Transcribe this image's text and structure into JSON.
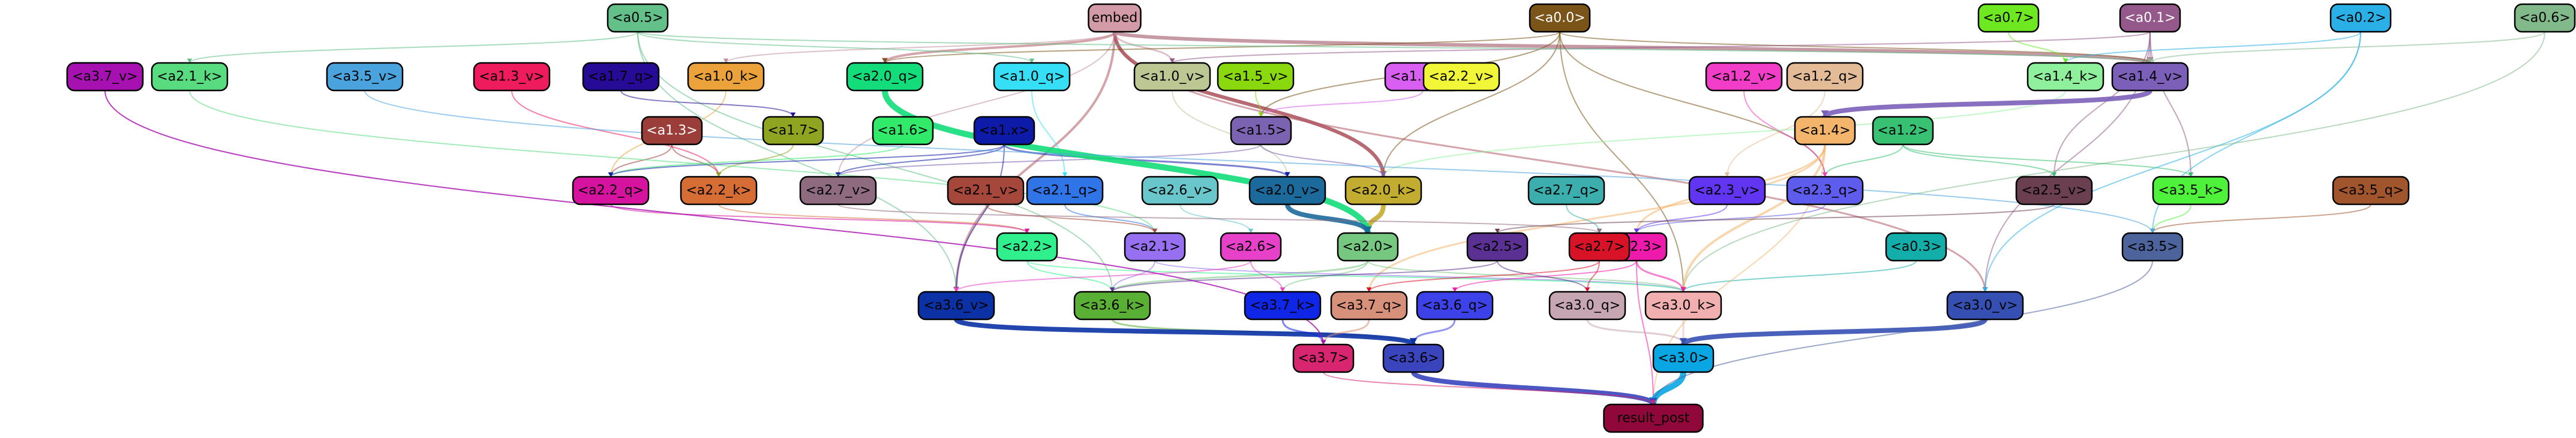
{
  "nodes": [
    {
      "id": "embed",
      "label": "embed",
      "color": "#d39ba7",
      "text": "#000"
    },
    {
      "id": "a0.0",
      "label": "<a0.0>",
      "color": "#7a5418",
      "text": "#fff"
    },
    {
      "id": "a0.1",
      "label": "<a0.1>",
      "color": "#94598a",
      "text": "#fff"
    },
    {
      "id": "a0.2",
      "label": "<a0.2>",
      "color": "#2ab0e6",
      "text": "#000"
    },
    {
      "id": "a0.3",
      "label": "<a0.3>",
      "color": "#14aeaa",
      "text": "#000"
    },
    {
      "id": "a0.5",
      "label": "<a0.5>",
      "color": "#62c088",
      "text": "#000"
    },
    {
      "id": "a0.6",
      "label": "<a0.6>",
      "color": "#82b98a",
      "text": "#000"
    },
    {
      "id": "a0.7",
      "label": "<a0.7>",
      "color": "#6ee921",
      "text": "#000"
    },
    {
      "id": "a1.0_k",
      "label": "<a1.0_k>",
      "color": "#eca23a",
      "text": "#000"
    },
    {
      "id": "a1.0_q",
      "label": "<a1.0_q>",
      "color": "#36dff6",
      "text": "#000"
    },
    {
      "id": "a1.0_v",
      "label": "<a1.0_v>",
      "color": "#bcc794",
      "text": "#000"
    },
    {
      "id": "a1.2",
      "label": "<a1.2>",
      "color": "#38c173",
      "text": "#000"
    },
    {
      "id": "a1.2_q",
      "label": "<a1.2_q>",
      "color": "#e3bc97",
      "text": "#000"
    },
    {
      "id": "a1.2_v",
      "label": "<a1.2_v>",
      "color": "#f13dc7",
      "text": "#000"
    },
    {
      "id": "a1.3",
      "label": "<a1.3>",
      "color": "#9b3e3a",
      "text": "#fff"
    },
    {
      "id": "a1.3_v",
      "label": "<a1.3_v>",
      "color": "#ee1c5c",
      "text": "#000"
    },
    {
      "id": "a1.4",
      "label": "<a1.4>",
      "color": "#f3b46c",
      "text": "#000"
    },
    {
      "id": "a1.4_k",
      "label": "<a1.4_k>",
      "color": "#8ff09b",
      "text": "#000"
    },
    {
      "id": "a1.4_v",
      "label": "<a1.4_v>",
      "color": "#7b5fb8",
      "text": "#000"
    },
    {
      "id": "a1.5",
      "label": "<a1.5>",
      "color": "#7b63b2",
      "text": "#000"
    },
    {
      "id": "a1.5_q",
      "label": "<a1.5_q>",
      "color": "#d85ff2",
      "text": "#000"
    },
    {
      "id": "a1.5_v",
      "label": "<a1.5_v>",
      "color": "#8ad90f",
      "text": "#000"
    },
    {
      "id": "a1.6",
      "label": "<a1.6>",
      "color": "#31ea6a",
      "text": "#000"
    },
    {
      "id": "a1.7",
      "label": "<a1.7>",
      "color": "#8fa522",
      "text": "#000"
    },
    {
      "id": "a1.7_q",
      "label": "<a1.7_q>",
      "color": "#250b95",
      "text": "#000"
    },
    {
      "id": "a1.7_v",
      "label": "<a1.7_v>",
      "color": "#ac12b8",
      "text": "#000"
    },
    {
      "id": "a1.x",
      "label": "<a1.x>",
      "color": "#0d1ba8",
      "text": "#000"
    },
    {
      "id": "a2.0",
      "label": "<a2.0>",
      "color": "#76c77f",
      "text": "#000"
    },
    {
      "id": "a2.0_k",
      "label": "<a2.0_k>",
      "color": "#c2ad31",
      "text": "#000"
    },
    {
      "id": "a2.0_q",
      "label": "<a2.0_q>",
      "color": "#13dd7a",
      "text": "#000"
    },
    {
      "id": "a2.0_v",
      "label": "<a2.0_v>",
      "color": "#1c6a9c",
      "text": "#000"
    },
    {
      "id": "a2.1",
      "label": "<a2.1>",
      "color": "#9670f0",
      "text": "#000"
    },
    {
      "id": "a2.1_k",
      "label": "<a2.1_k>",
      "color": "#59db7f",
      "text": "#000"
    },
    {
      "id": "a2.1_q",
      "label": "<a2.1_q>",
      "color": "#2f75e8",
      "text": "#000"
    },
    {
      "id": "a2.1_v",
      "label": "<a2.1_v>",
      "color": "#a5473a",
      "text": "#000"
    },
    {
      "id": "a2.2",
      "label": "<a2.2>",
      "color": "#2ff08d",
      "text": "#000"
    },
    {
      "id": "a2.2_k",
      "label": "<a2.2_k>",
      "color": "#d66d34",
      "text": "#000"
    },
    {
      "id": "a2.2_q",
      "label": "<a2.2_q>",
      "color": "#d5139f",
      "text": "#000"
    },
    {
      "id": "a2.2_v",
      "label": "<a2.2_v>",
      "color": "#f2f638",
      "text": "#000"
    },
    {
      "id": "a2.3",
      "label": "<a2.3>",
      "color": "#ee1aac",
      "text": "#000"
    },
    {
      "id": "a2.3_q",
      "label": "<a2.3_q>",
      "color": "#5d5cec",
      "text": "#000"
    },
    {
      "id": "a2.3_v",
      "label": "<a2.3_v>",
      "color": "#6135f1",
      "text": "#000"
    },
    {
      "id": "a2.5",
      "label": "<a2.5>",
      "color": "#5b3093",
      "text": "#000"
    },
    {
      "id": "a2.5_v",
      "label": "<a2.5_v>",
      "color": "#6a3f50",
      "text": "#000"
    },
    {
      "id": "a2.6",
      "label": "<a2.6>",
      "color": "#e740c9",
      "text": "#000"
    },
    {
      "id": "a2.6_v",
      "label": "<a2.6_v>",
      "color": "#69c7cb",
      "text": "#000"
    },
    {
      "id": "a2.7",
      "label": "<a2.7>",
      "color": "#d91327",
      "text": "#000"
    },
    {
      "id": "a2.7_q",
      "label": "<a2.7_q>",
      "color": "#3caeae",
      "text": "#000"
    },
    {
      "id": "a2.7_v",
      "label": "<a2.7_v>",
      "color": "#8f6b80",
      "text": "#000"
    },
    {
      "id": "a3.0",
      "label": "<a3.0>",
      "color": "#0aa5e3",
      "text": "#000"
    },
    {
      "id": "a3.0_k",
      "label": "<a3.0_k>",
      "color": "#f2afaf",
      "text": "#000"
    },
    {
      "id": "a3.0_q",
      "label": "<a3.0_q>",
      "color": "#c6a6b2",
      "text": "#000"
    },
    {
      "id": "a3.0_v",
      "label": "<a3.0_v>",
      "color": "#3550b2",
      "text": "#000"
    },
    {
      "id": "a3.5",
      "label": "<a3.5>",
      "color": "#4d639c",
      "text": "#000"
    },
    {
      "id": "a3.5_k",
      "label": "<a3.5_k>",
      "color": "#4ef23a",
      "text": "#000"
    },
    {
      "id": "a3.5_q",
      "label": "<a3.5_q>",
      "color": "#a0552d",
      "text": "#000"
    },
    {
      "id": "a3.5_v",
      "label": "<a3.5_v>",
      "color": "#4ba3de",
      "text": "#000"
    },
    {
      "id": "a3.6",
      "label": "<a3.6>",
      "color": "#3a45bd",
      "text": "#000"
    },
    {
      "id": "a3.6_k",
      "label": "<a3.6_k>",
      "color": "#5aaf35",
      "text": "#000"
    },
    {
      "id": "a3.6_q",
      "label": "<a3.6_q>",
      "color": "#3c42e7",
      "text": "#000"
    },
    {
      "id": "a3.6_v",
      "label": "<a3.6_v>",
      "color": "#0b31a5",
      "text": "#000"
    },
    {
      "id": "a3.7",
      "label": "<a3.7>",
      "color": "#d8256f",
      "text": "#000"
    },
    {
      "id": "a3.7_k",
      "label": "<a3.7_k>",
      "color": "#1026e6",
      "text": "#000"
    },
    {
      "id": "a3.7_q",
      "label": "<a3.7_q>",
      "color": "#d7907a",
      "text": "#000"
    },
    {
      "id": "a3.7_v",
      "label": "<a3.7_v>",
      "color": "#a711b1",
      "text": "#000"
    },
    {
      "id": "result",
      "label": "result_post",
      "color": "#900839",
      "text": "#000"
    }
  ],
  "edges": [
    {
      "from": "embed",
      "to": "a2.0_q",
      "color": "#b05a64",
      "width": 4
    },
    {
      "from": "embed",
      "to": "a3.6_v",
      "color": "#b05a64",
      "width": 4
    },
    {
      "from": "embed",
      "to": "a2.0_k",
      "color": "#b05a64",
      "width": 6
    },
    {
      "from": "embed",
      "to": "a1.4_v",
      "color": "#c08f9a",
      "width": 6
    },
    {
      "from": "embed",
      "to": "a3.0_v",
      "color": "#b05a64",
      "width": 3
    },
    {
      "from": "embed",
      "to": "a1.0_v",
      "color": "#c08f9a",
      "width": 3
    },
    {
      "from": "embed",
      "to": "a1.0_k",
      "color": "#c08f9a",
      "width": 2
    },
    {
      "from": "embed",
      "to": "a2.7_v",
      "color": "#c08f9a",
      "width": 2
    },
    {
      "from": "a0.0",
      "to": "a2.0_q",
      "color": "#7a5418",
      "width": 2
    },
    {
      "from": "a0.0",
      "to": "a1.4_v",
      "color": "#7a5418",
      "width": 2
    },
    {
      "from": "a0.0",
      "to": "a1.5",
      "color": "#7a5418",
      "width": 2
    },
    {
      "from": "a0.0",
      "to": "a2.0_k",
      "color": "#7a5418",
      "width": 2
    },
    {
      "from": "a0.0",
      "to": "a2.3_q",
      "color": "#7a5418",
      "width": 2
    },
    {
      "from": "a0.0",
      "to": "a3.0_k",
      "color": "#7a5418",
      "width": 2
    },
    {
      "from": "a0.1",
      "to": "a1.4_v",
      "color": "#94598a",
      "width": 2
    },
    {
      "from": "a0.1",
      "to": "a3.5_k",
      "color": "#94598a",
      "width": 2
    },
    {
      "from": "a0.1",
      "to": "a3.0_v",
      "color": "#94598a",
      "width": 2
    },
    {
      "from": "a0.1",
      "to": "a1.0_v",
      "color": "#94598a",
      "width": 2
    },
    {
      "from": "a0.1",
      "to": "a2.5_v",
      "color": "#94598a",
      "width": 2
    },
    {
      "from": "a0.2",
      "to": "a1.4_k",
      "color": "#2ab0e6",
      "width": 2
    },
    {
      "from": "a0.2",
      "to": "a3.0_v",
      "color": "#2ab0e6",
      "width": 2
    },
    {
      "from": "a0.2",
      "to": "a3.5",
      "color": "#2ab0e6",
      "width": 2
    },
    {
      "from": "a0.3",
      "to": "a3.0_k",
      "color": "#14aeaa",
      "width": 2
    },
    {
      "from": "a0.5",
      "to": "a2.1_k",
      "color": "#62c088",
      "width": 2
    },
    {
      "from": "a0.5",
      "to": "a3.6_v",
      "color": "#62c088",
      "width": 2
    },
    {
      "from": "a0.5",
      "to": "a1.4_v",
      "color": "#62c088",
      "width": 2
    },
    {
      "from": "a0.5",
      "to": "a3.6_k",
      "color": "#62c088",
      "width": 2
    },
    {
      "from": "a0.5",
      "to": "a1.0_q",
      "color": "#62c088",
      "width": 2
    },
    {
      "from": "a0.6",
      "to": "a3.0_k",
      "color": "#82b98a",
      "width": 2
    },
    {
      "from": "a0.6",
      "to": "a1.4_v",
      "color": "#82b98a",
      "width": 2
    },
    {
      "from": "a0.7",
      "to": "a1.4_k",
      "color": "#6ee921",
      "width": 2
    },
    {
      "from": "a1.0_k",
      "to": "a2.2_q",
      "color": "#eca23a",
      "width": 2
    },
    {
      "from": "a1.0_q",
      "to": "a2.1_q",
      "color": "#36dff6",
      "width": 2
    },
    {
      "from": "a1.0_v",
      "to": "a2.0_v",
      "color": "#bcc794",
      "width": 2
    },
    {
      "from": "a1.2",
      "to": "a2.5_v",
      "color": "#38c173",
      "width": 2
    },
    {
      "from": "a1.2",
      "to": "a3.5_k",
      "color": "#38c173",
      "width": 2
    },
    {
      "from": "a1.2",
      "to": "a2.3_q",
      "color": "#38c173",
      "width": 2
    },
    {
      "from": "a1.2_q",
      "to": "a2.3_v",
      "color": "#e3bc97",
      "width": 2
    },
    {
      "from": "a1.2_v",
      "to": "a2.3_q",
      "color": "#f13dc7",
      "width": 2
    },
    {
      "from": "a1.3",
      "to": "a2.2_q",
      "color": "#9b3e3a",
      "width": 2
    },
    {
      "from": "a1.3",
      "to": "a2.2_k",
      "color": "#9b3e3a",
      "width": 2
    },
    {
      "from": "a1.3_v",
      "to": "a2.2_k",
      "color": "#ee1c5c",
      "width": 2
    },
    {
      "from": "a1.4",
      "to": "a2.3",
      "color": "#f3b46c",
      "width": 3
    },
    {
      "from": "a1.4",
      "to": "a3.0_k",
      "color": "#f3b46c",
      "width": 4
    },
    {
      "from": "a1.4",
      "to": "a3.7_q",
      "color": "#f3b46c",
      "width": 3
    },
    {
      "from": "a1.4",
      "to": "result",
      "color": "#f3b46c",
      "width": 2
    },
    {
      "from": "a1.4_k",
      "to": "a2.0_k",
      "color": "#8ff09b",
      "width": 2
    },
    {
      "from": "a1.4_v",
      "to": "a1.4",
      "color": "#7b5fb8",
      "width": 8
    },
    {
      "from": "a1.5",
      "to": "a2.0_k",
      "color": "#7b63b2",
      "width": 2
    },
    {
      "from": "a1.5",
      "to": "a2.7_v",
      "color": "#7b63b2",
      "width": 2
    },
    {
      "from": "a1.5_q",
      "to": "a1.5",
      "color": "#d85ff2",
      "width": 2
    },
    {
      "from": "a1.5_v",
      "to": "a1.5",
      "color": "#8ad90f",
      "width": 2
    },
    {
      "from": "a1.6",
      "to": "a2.2_q",
      "color": "#31ea6a",
      "width": 2
    },
    {
      "from": "a1.7",
      "to": "a2.2_k",
      "color": "#8fa522",
      "width": 2
    },
    {
      "from": "a1.7_q",
      "to": "a1.7",
      "color": "#250b95",
      "width": 2
    },
    {
      "from": "a1.7_v",
      "to": "a3.7",
      "color": "#ac12b8",
      "width": 2
    },
    {
      "from": "a1.x",
      "to": "a2.0_v",
      "color": "#0d1ba8",
      "width": 3
    },
    {
      "from": "a1.x",
      "to": "a2.7_v",
      "color": "#0d1ba8",
      "width": 2
    },
    {
      "from": "a1.x",
      "to": "a2.2_q",
      "color": "#0d1ba8",
      "width": 2
    },
    {
      "from": "a1.x",
      "to": "a3.6_v",
      "color": "#0d1ba8",
      "width": 2
    },
    {
      "from": "a2.0",
      "to": "a3.6_k",
      "color": "#76c77f",
      "width": 3
    },
    {
      "from": "a2.0",
      "to": "a3.0_k",
      "color": "#76c77f",
      "width": 2
    },
    {
      "from": "a2.0",
      "to": "a3.7_k",
      "color": "#76c77f",
      "width": 2
    },
    {
      "from": "a2.0_k",
      "to": "a2.0",
      "color": "#c2ad31",
      "width": 8
    },
    {
      "from": "a2.0_q",
      "to": "a2.0",
      "color": "#13dd7a",
      "width": 10
    },
    {
      "from": "a2.0_v",
      "to": "a2.0",
      "color": "#1c6a9c",
      "width": 8
    },
    {
      "from": "a2.1",
      "to": "a3.6_k",
      "color": "#9670f0",
      "width": 2
    },
    {
      "from": "a2.1",
      "to": "a3.0_k",
      "color": "#9670f0",
      "width": 2
    },
    {
      "from": "a2.1_k",
      "to": "a2.1",
      "color": "#59db7f",
      "width": 2
    },
    {
      "from": "a2.1_q",
      "to": "a2.1",
      "color": "#2f75e8",
      "width": 2
    },
    {
      "from": "a2.1_v",
      "to": "a2.1",
      "color": "#a5473a",
      "width": 2
    },
    {
      "from": "a2.2",
      "to": "a3.6_k",
      "color": "#2ff08d",
      "width": 2
    },
    {
      "from": "a2.2",
      "to": "a3.0_k",
      "color": "#2ff08d",
      "width": 2
    },
    {
      "from": "a2.2_k",
      "to": "a2.2",
      "color": "#d66d34",
      "width": 2
    },
    {
      "from": "a2.2_q",
      "to": "a2.2",
      "color": "#d5139f",
      "width": 2
    },
    {
      "from": "a2.3",
      "to": "a3.0_k",
      "color": "#ee1aac",
      "width": 3
    },
    {
      "from": "a2.3",
      "to": "a3.6_q",
      "color": "#ee1aac",
      "width": 2
    },
    {
      "from": "a2.3",
      "to": "result",
      "color": "#ee1aac",
      "width": 2
    },
    {
      "from": "a2.3_q",
      "to": "a2.3",
      "color": "#5d5cec",
      "width": 2
    },
    {
      "from": "a2.3_v",
      "to": "a2.3",
      "color": "#6135f1",
      "width": 2
    },
    {
      "from": "a2.5",
      "to": "a3.6_k",
      "color": "#5b3093",
      "width": 2
    },
    {
      "from": "a2.5",
      "to": "a3.0_q",
      "color": "#5b3093",
      "width": 2
    },
    {
      "from": "a2.5_v",
      "to": "a2.5",
      "color": "#6a3f50",
      "width": 2
    },
    {
      "from": "a2.6",
      "to": "a3.7_k",
      "color": "#e740c9",
      "width": 2
    },
    {
      "from": "a2.6",
      "to": "a3.6_v",
      "color": "#e740c9",
      "width": 2
    },
    {
      "from": "a2.6_v",
      "to": "a2.6",
      "color": "#69c7cb",
      "width": 2
    },
    {
      "from": "a2.7",
      "to": "a3.7_q",
      "color": "#d91327",
      "width": 2
    },
    {
      "from": "a2.7",
      "to": "a3.0_q",
      "color": "#d91327",
      "width": 2
    },
    {
      "from": "a2.7_q",
      "to": "a2.7",
      "color": "#3caeae",
      "width": 2
    },
    {
      "from": "a2.7_v",
      "to": "a2.7",
      "color": "#8f6b80",
      "width": 2
    },
    {
      "from": "a3.0",
      "to": "result",
      "color": "#0aa5e3",
      "width": 10
    },
    {
      "from": "a3.0_k",
      "to": "a3.0",
      "color": "#f2afaf",
      "width": 3
    },
    {
      "from": "a3.0_q",
      "to": "a3.0",
      "color": "#c6a6b2",
      "width": 3
    },
    {
      "from": "a3.0_v",
      "to": "a3.0",
      "color": "#3550b2",
      "width": 8
    },
    {
      "from": "a3.5",
      "to": "result",
      "color": "#4d639c",
      "width": 2
    },
    {
      "from": "a3.5_k",
      "to": "a3.5",
      "color": "#4ef23a",
      "width": 2
    },
    {
      "from": "a3.5_q",
      "to": "a3.5",
      "color": "#a0552d",
      "width": 2
    },
    {
      "from": "a3.5_v",
      "to": "a3.5",
      "color": "#4ba3de",
      "width": 2
    },
    {
      "from": "a3.6",
      "to": "result",
      "color": "#3a45bd",
      "width": 8
    },
    {
      "from": "a3.6_k",
      "to": "a3.6",
      "color": "#5aaf35",
      "width": 3
    },
    {
      "from": "a3.6_q",
      "to": "a3.6",
      "color": "#3c42e7",
      "width": 3
    },
    {
      "from": "a3.6_v",
      "to": "a3.6",
      "color": "#0b31a5",
      "width": 8
    },
    {
      "from": "a3.7",
      "to": "result",
      "color": "#d8256f",
      "width": 2
    },
    {
      "from": "a3.7_k",
      "to": "a3.7",
      "color": "#1026e6",
      "width": 3
    },
    {
      "from": "a3.7_q",
      "to": "a3.7",
      "color": "#d7907a",
      "width": 3
    },
    {
      "from": "a3.7_v",
      "to": "a3.7",
      "color": "#a711b1",
      "width": 2
    }
  ]
}
